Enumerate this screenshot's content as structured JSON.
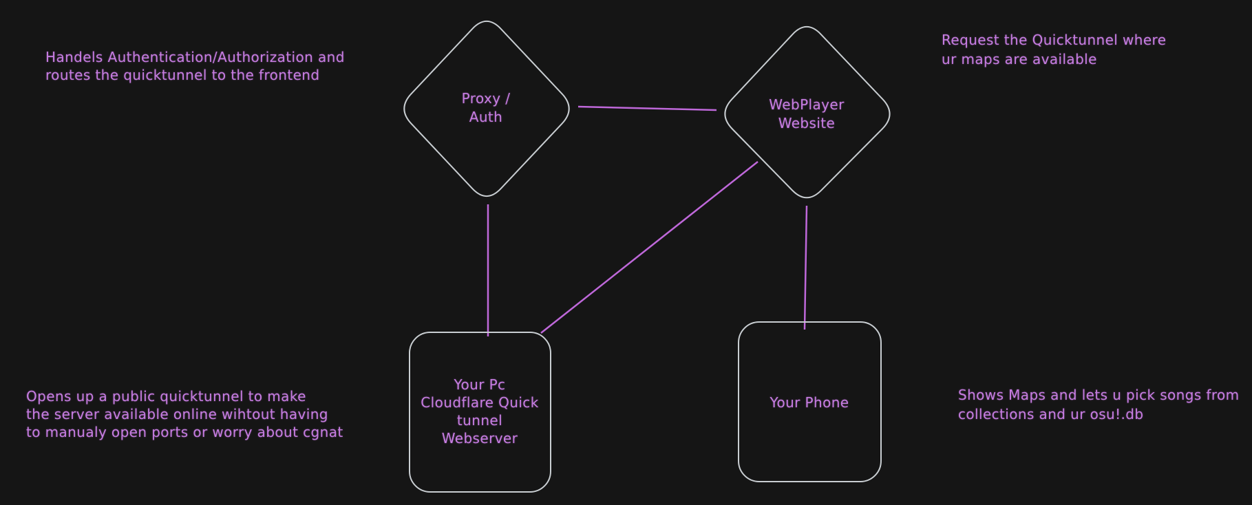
{
  "canvas": {
    "background_color": "#151515",
    "shape_stroke_color": "#c9ced2",
    "connector_color": "#bf68da",
    "text_color": "#c77de2"
  },
  "nodes": [
    {
      "id": "proxy-auth",
      "shape": "diamond",
      "label": "Proxy /\nAuth"
    },
    {
      "id": "webplayer-website",
      "shape": "diamond",
      "label": "WebPlayer\nWebsite"
    },
    {
      "id": "pc-webserver",
      "shape": "rounded-rect",
      "label": "Your Pc\nCloudflare Quick\ntunnel\nWebserver"
    },
    {
      "id": "your-phone",
      "shape": "rounded-rect",
      "label": "Your Phone"
    }
  ],
  "annotations": [
    {
      "id": "proxy-note",
      "text": "Handels Authentication/Authorization and\nroutes the quicktunnel to the frontend"
    },
    {
      "id": "webplayer-note",
      "text": "Request the Quicktunnel where\nur maps are available"
    },
    {
      "id": "webserver-note",
      "text": "Opens up a public quicktunnel to make\nthe server available online wihtout having\nto manualy open ports or worry about cgnat"
    },
    {
      "id": "phone-note",
      "text": "Shows Maps and lets u pick songs from\ncollections and ur osu!.db"
    }
  ],
  "edges": [
    {
      "id": "proxy-to-webplayer",
      "from": "proxy-auth",
      "to": "webplayer-website"
    },
    {
      "id": "proxy-to-webserver",
      "from": "proxy-auth",
      "to": "pc-webserver"
    },
    {
      "id": "webplayer-to-webserver",
      "from": "webplayer-website",
      "to": "pc-webserver"
    },
    {
      "id": "webplayer-to-phone",
      "from": "webplayer-website",
      "to": "your-phone"
    }
  ]
}
